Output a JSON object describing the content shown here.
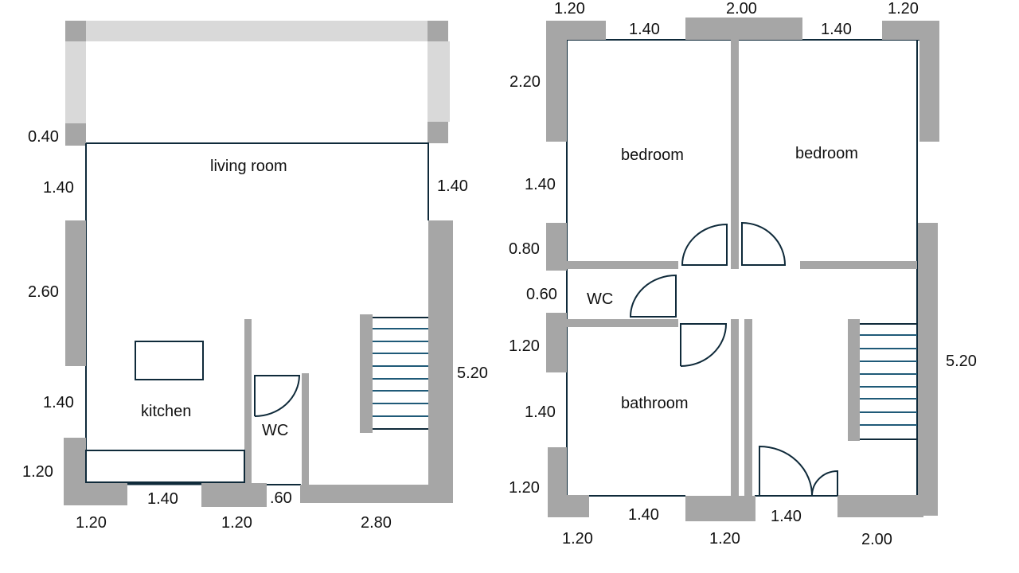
{
  "ground_floor": {
    "rooms": {
      "living_room": "living room",
      "kitchen": "kitchen",
      "wc": "WC"
    },
    "dims": {
      "left_top": "0.40",
      "left_1": "1.40",
      "left_2": "2.60",
      "left_3": "1.40",
      "left_4": "1.20",
      "right_1": "1.40",
      "right_2": "5.20",
      "bottom_window": "1.40",
      "bottom_door": ".60",
      "bottom_1": "1.20",
      "bottom_2": "1.20",
      "bottom_3": "2.80"
    }
  },
  "upper_floor": {
    "rooms": {
      "bedroom_left": "bedroom",
      "bedroom_right": "bedroom",
      "wc": "WC",
      "bathroom": "bathroom"
    },
    "dims": {
      "top_1": "1.20",
      "top_2": "2.00",
      "top_3": "1.20",
      "top_gap_1": "1.40",
      "top_gap_2": "1.40",
      "left_1": "2.20",
      "left_2": "1.40",
      "left_3": "0.80",
      "left_4": "0.60",
      "left_5": "1.20",
      "left_6": "1.40",
      "left_7": "1.20",
      "right_1": "5.20",
      "bottom_gap_1": "1.40",
      "bottom_gap_2": "1.40",
      "bottom_1": "1.20",
      "bottom_2": "1.20",
      "bottom_3": "2.00"
    }
  },
  "colors": {
    "wall": "#a6a6a6",
    "pergola": "#d9d9d9",
    "line": "#0f2a3a",
    "stairs": "#1f5a78"
  }
}
